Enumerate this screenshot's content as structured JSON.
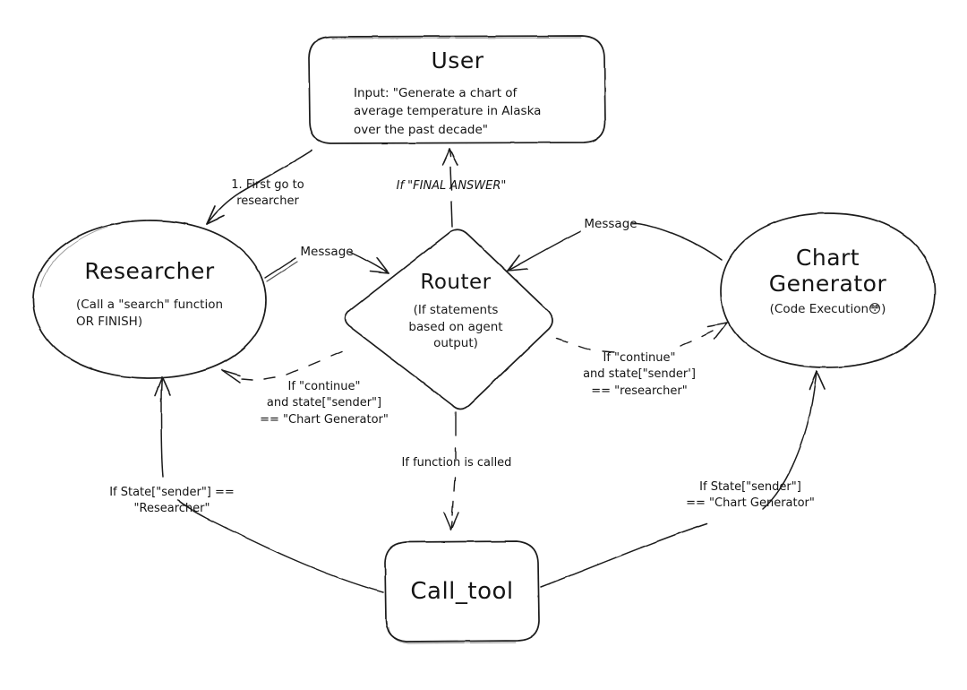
{
  "diagram": {
    "title": "Multi-agent LangGraph routing diagram",
    "style": "hand-drawn whiteboard sketch",
    "stroke_color": "#1a1a1a",
    "background_color": "#ffffff"
  },
  "nodes": {
    "user": {
      "name": "User",
      "shape": "rounded-rectangle",
      "input_text": "Input: \"Generate a chart of average temperature in Alaska over the past decade\""
    },
    "researcher": {
      "name": "Researcher",
      "shape": "ellipse",
      "subtitle": "(Call a \"search\" function\nOR FINISH)"
    },
    "router": {
      "name": "Router",
      "shape": "diamond",
      "subtitle": "(If statements\nbased on agent\noutput)"
    },
    "chart_generator": {
      "name": "Chart\nGenerator",
      "name_line1": "Chart",
      "name_line2": "Generator",
      "shape": "ellipse",
      "subtitle": "(Code Execution😳)"
    },
    "call_tool": {
      "name": "Call_tool",
      "shape": "rounded-rectangle"
    }
  },
  "edges": [
    {
      "id": "user-to-researcher",
      "from": "user",
      "to": "researcher",
      "style": "solid",
      "label": "1. First go to\nresearcher"
    },
    {
      "id": "router-to-user",
      "from": "router",
      "to": "user",
      "style": "dashed",
      "label": "If \"FINAL ANSWER\""
    },
    {
      "id": "researcher-to-router",
      "from": "researcher",
      "to": "router",
      "style": "solid",
      "label": "Message"
    },
    {
      "id": "chartgen-to-router",
      "from": "chart_generator",
      "to": "router",
      "style": "solid",
      "label": "Message"
    },
    {
      "id": "router-to-researcher",
      "from": "router",
      "to": "researcher",
      "style": "dashed",
      "label": "If \"continue\"\nand state[\"sender\"]\n== \"Chart Generator\""
    },
    {
      "id": "router-to-chartgen",
      "from": "router",
      "to": "chart_generator",
      "style": "dashed",
      "label": "If \"continue\"\nand state[\"sender']\n== \"researcher\""
    },
    {
      "id": "router-to-calltool",
      "from": "router",
      "to": "call_tool",
      "style": "dashed",
      "label": "If function is called"
    },
    {
      "id": "calltool-to-researcher",
      "from": "call_tool",
      "to": "researcher",
      "style": "solid",
      "label": "If State[\"sender\"] ==\n\"Researcher\""
    },
    {
      "id": "calltool-to-chartgen",
      "from": "call_tool",
      "to": "chart_generator",
      "style": "solid",
      "label": "If State[\"sender\"]\n== \"Chart Generator\""
    }
  ]
}
